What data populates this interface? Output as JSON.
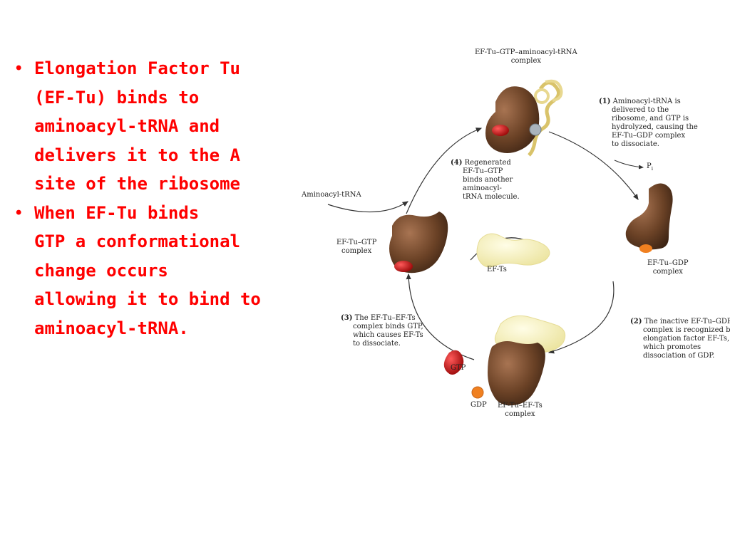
{
  "bullets": [
    {
      "lines": [
        "Elongation Factor Tu",
        "(EF-Tu) binds to",
        "aminoacyl-tRNA and",
        "delivers it to the A",
        "site of the ribosome"
      ]
    },
    {
      "lines": [
        "When EF-Tu binds",
        "GTP a conformational",
        "change occurs",
        "allowing it to bind to",
        "aminoacyl-tRNA."
      ]
    }
  ],
  "bullet_glyph": "•",
  "colors": {
    "bullet_text": "#ff0000",
    "protein": "#6b4226",
    "gtp": "#cc1111",
    "gdp": "#f08020",
    "ef_ts": "#f7f3b0",
    "trna": "#e8d890",
    "arrow": "#333333"
  },
  "diagram": {
    "top_complex": [
      "EF-Tu–GTP–aminoacyl-tRNA",
      "complex"
    ],
    "step1": {
      "num": "(1)",
      "lines": [
        "Aminoacyl-tRNA is",
        "delivered to the",
        "ribosome, and GTP is",
        "hydrolyzed, causing the",
        "EF-Tu–GDP complex",
        "to dissociate."
      ]
    },
    "pi": "P",
    "pi_sub": "i",
    "step4": {
      "num": "(4)",
      "lines": [
        "Regenerated",
        "EF-Tu–GTP",
        "binds another",
        "aminoacyl-",
        "tRNA molecule."
      ]
    },
    "aminoacyl_trna": "Aminoacyl-tRNA",
    "eftu_gtp": [
      "EF-Tu–GTP",
      "complex"
    ],
    "eftu_gdp": [
      "EF-Tu–GDP",
      "complex"
    ],
    "ef_ts": "EF-Ts",
    "step3": {
      "num": "(3)",
      "lines": [
        "The EF-Tu–EF-Ts",
        "complex binds GTP,",
        "which causes EF-Ts",
        "to dissociate."
      ]
    },
    "step2": {
      "num": "(2)",
      "lines": [
        "The inactive EF-Tu–GDP",
        "complex is recognized by",
        "elongation factor EF-Ts,",
        "which promotes",
        "dissociation of GDP."
      ]
    },
    "gtp": "GTP",
    "gdp": "GDP",
    "eftu_efts": [
      "EF-Tu–EF-Ts",
      "complex"
    ]
  }
}
